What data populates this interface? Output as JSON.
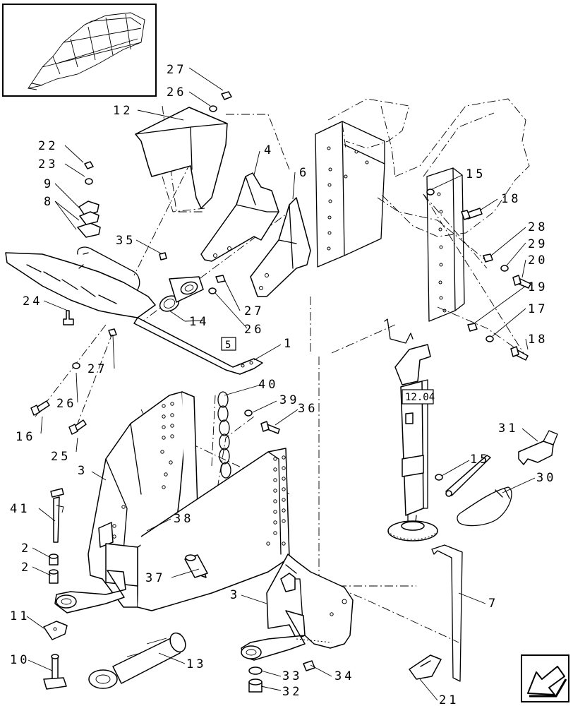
{
  "labels": [
    {
      "id": "27a",
      "text": "27"
    },
    {
      "id": "26a",
      "text": "26"
    },
    {
      "id": "12",
      "text": "12"
    },
    {
      "id": "22",
      "text": "22"
    },
    {
      "id": "23",
      "text": "23"
    },
    {
      "id": "9",
      "text": "9"
    },
    {
      "id": "8",
      "text": "8"
    },
    {
      "id": "4",
      "text": "4"
    },
    {
      "id": "6",
      "text": "6"
    },
    {
      "id": "15a",
      "text": "15"
    },
    {
      "id": "18a",
      "text": "18"
    },
    {
      "id": "28",
      "text": "28"
    },
    {
      "id": "29",
      "text": "29"
    },
    {
      "id": "20",
      "text": "20"
    },
    {
      "id": "19",
      "text": "19"
    },
    {
      "id": "17",
      "text": "17"
    },
    {
      "id": "18b",
      "text": "18"
    },
    {
      "id": "35",
      "text": "35"
    },
    {
      "id": "24",
      "text": "24"
    },
    {
      "id": "14",
      "text": "14"
    },
    {
      "id": "27b",
      "text": "27"
    },
    {
      "id": "26b",
      "text": "26"
    },
    {
      "id": "1",
      "text": "1"
    },
    {
      "id": "27c",
      "text": "27"
    },
    {
      "id": "26c",
      "text": "26"
    },
    {
      "id": "16",
      "text": "16"
    },
    {
      "id": "25",
      "text": "25"
    },
    {
      "id": "40",
      "text": "40"
    },
    {
      "id": "39",
      "text": "39"
    },
    {
      "id": "36",
      "text": "36"
    },
    {
      "id": "31",
      "text": "31"
    },
    {
      "id": "15b",
      "text": "15"
    },
    {
      "id": "30",
      "text": "30"
    },
    {
      "id": "3a",
      "text": "3"
    },
    {
      "id": "41",
      "text": "41"
    },
    {
      "id": "2a",
      "text": "2"
    },
    {
      "id": "2b",
      "text": "2"
    },
    {
      "id": "38",
      "text": "38"
    },
    {
      "id": "37",
      "text": "37"
    },
    {
      "id": "3b",
      "text": "3"
    },
    {
      "id": "7",
      "text": "7"
    },
    {
      "id": "11",
      "text": "11"
    },
    {
      "id": "10",
      "text": "10"
    },
    {
      "id": "13",
      "text": "13"
    },
    {
      "id": "33",
      "text": "33"
    },
    {
      "id": "34",
      "text": "34"
    },
    {
      "id": "32",
      "text": "32"
    },
    {
      "id": "21",
      "text": "21"
    }
  ],
  "ref_boxes": {
    "box_5": "5",
    "box_12_04": "12.04"
  },
  "colors": {
    "ink": "#000000",
    "paper": "#ffffff"
  },
  "icons": {
    "thumbnail": "machine-overview-thumbnail",
    "nav": "previous-page-arrow-icon"
  }
}
